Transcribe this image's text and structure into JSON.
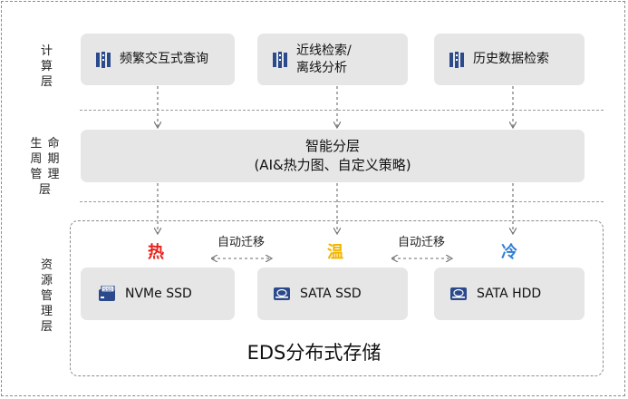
{
  "layers": {
    "compute": "计\n算\n层",
    "lifecycle": "生 命\n周 期\n管 理\n层",
    "resource": "资\n源\n管\n理\n层"
  },
  "compute_boxes": [
    {
      "label": "频繁交互式查询",
      "icon": "server-rack-icon"
    },
    {
      "label": "近线检索/\n离线分析",
      "icon": "server-rack-icon"
    },
    {
      "label": "历史数据检索",
      "icon": "server-rack-icon"
    }
  ],
  "lifecycle_box": {
    "line1": "智能分层",
    "line2": "(AI&热力图、自定义策略)"
  },
  "temperatures": [
    {
      "label": "热",
      "color": "#e8231b"
    },
    {
      "label": "温",
      "color": "#f0b400"
    },
    {
      "label": "冷",
      "color": "#2f7fd1"
    }
  ],
  "migration_label": "自动迁移",
  "storage_boxes": [
    {
      "label": "NVMe SSD",
      "icon": "nvme-ssd-icon"
    },
    {
      "label": "SATA SSD",
      "icon": "sata-ssd-icon"
    },
    {
      "label": "SATA HDD",
      "icon": "sata-hdd-icon"
    }
  ],
  "storage_title": "EDS分布式存储",
  "colors": {
    "box": "#e6e6e6",
    "icon": "#2b4a8c",
    "dash": "#8c8c8c"
  }
}
